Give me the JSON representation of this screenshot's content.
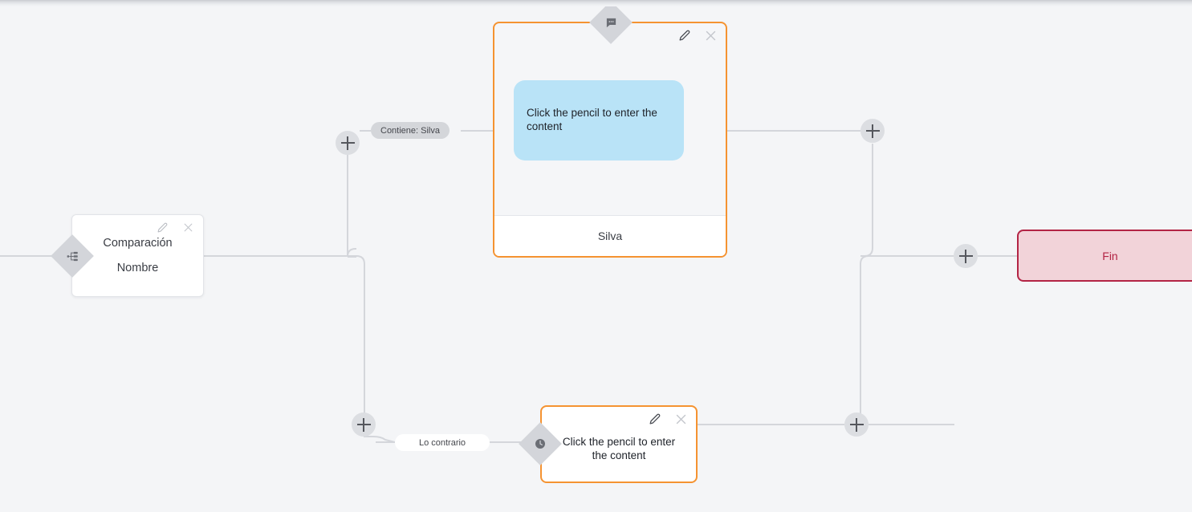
{
  "app": {
    "type": "flow-builder-canvas",
    "background_color": "#f4f5f7",
    "accent_orange": "#f59331",
    "accent_red": "#b32445",
    "bubble_blue": "#b9e3f7",
    "edge_color": "#d4d6db",
    "plus_color": "#dcdee2",
    "diamond_color": "#d3d5da"
  },
  "nodes": {
    "comparacion": {
      "title": "Comparación",
      "subtitle": "Nombre",
      "handle_icon": "branch-split-icon",
      "edit_icon": "pencil-icon",
      "close_icon": "close-icon"
    },
    "message": {
      "bubble_text": "Click the pencil to enter the content",
      "footer_label": "Silva",
      "handle_icon": "message-bubble-icon",
      "edit_icon": "pencil-icon",
      "close_icon": "close-icon"
    },
    "wait": {
      "body_text": "Click the pencil to enter the content",
      "handle_icon": "clock-icon",
      "edit_icon": "pencil-icon",
      "close_icon": "close-icon"
    },
    "fin": {
      "label": "Fin"
    }
  },
  "edge_labels": {
    "contiene": "Contiene: Silva",
    "lo_contrario": "Lo contrario"
  },
  "add_buttons": {
    "branch_true": "+",
    "branch_false": "+",
    "after_message": "+",
    "after_wait": "+",
    "before_fin": "+"
  }
}
